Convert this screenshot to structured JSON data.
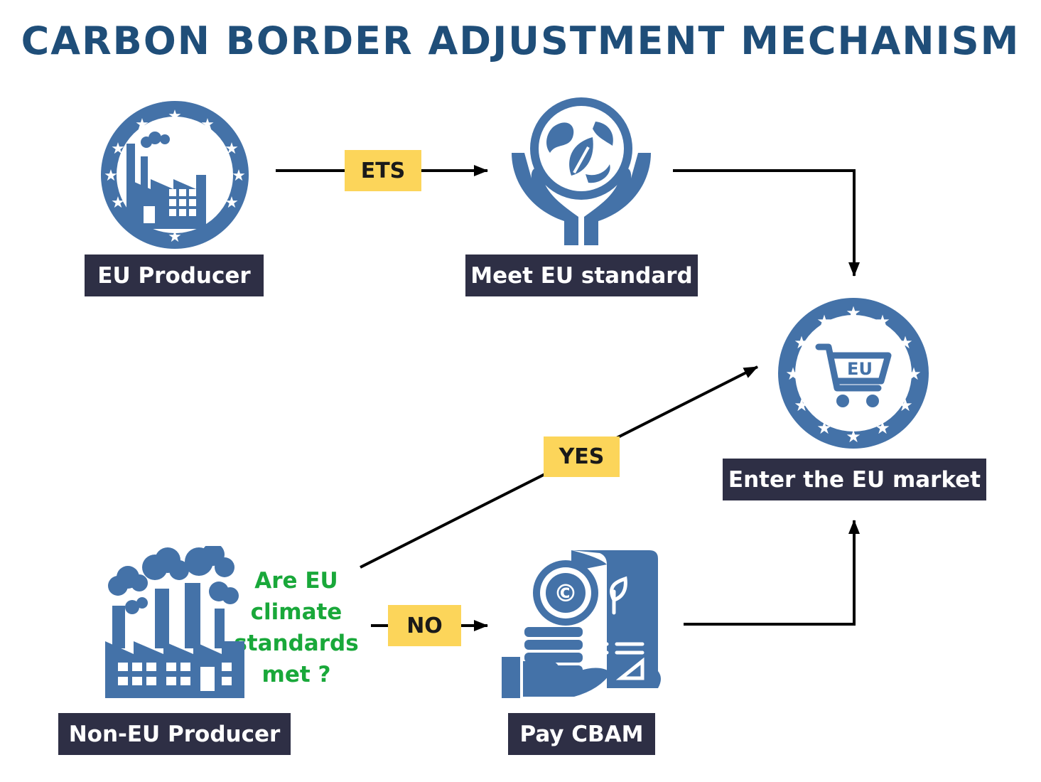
{
  "title": "CARBON BORDER ADJUSTMENT MECHANISM",
  "nodes": {
    "eu_producer": "EU Producer",
    "meet_standard": "Meet EU standard",
    "enter_market": "Enter the EU market",
    "non_eu_producer": "Non-EU Producer",
    "pay_cbam": "Pay CBAM"
  },
  "edges": {
    "ets": "ETS",
    "yes": "YES",
    "no": "NO"
  },
  "question": "Are EU climate standards met ?",
  "icons": {
    "eu_factory": "eu-factory-icon",
    "globe_hands": "globe-in-hands-icon",
    "eu_cart": "eu-shopping-cart-icon",
    "factory": "polluting-factory-icon",
    "cbam_payment": "carbon-payment-icon",
    "cart_text": "EU"
  },
  "colors": {
    "title": "#1f4e79",
    "icon_blue": "#4472a8",
    "label_bg": "#2e2f45",
    "tag_bg": "#fcd55a",
    "question": "#19a83a"
  }
}
